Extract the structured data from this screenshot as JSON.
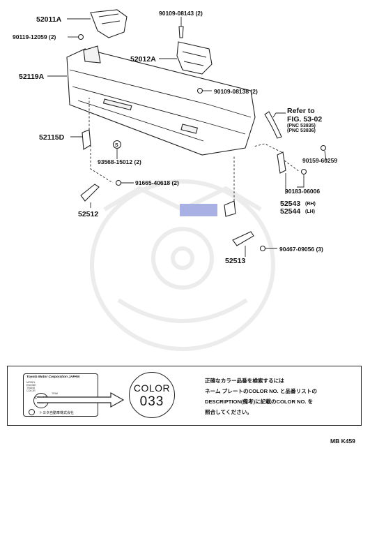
{
  "parts": {
    "p52011A": "52011A",
    "p90119": "90119-12059 (2)",
    "p90109_143": "90109-08143 (2)",
    "p52012A": "52012A",
    "p52119A": "52119A",
    "p90109_138": "90109-08138 (2)",
    "refer": "Refer to",
    "fig": "FIG. 53-02",
    "pnc1": "(PNC 53835)",
    "pnc2": "(PNC 53836)",
    "p52115D": "52115D",
    "p90159": "90159-60259",
    "p93568": "93568-15012 (2)",
    "p90183": "90183-06006",
    "p91665": "91665-40618 (2)",
    "p52543": "52543",
    "rh": "(RH)",
    "p52544": "52544",
    "lh": "(LH)",
    "p52512": "52512",
    "p52513": "52513",
    "p90467": "90467-09056 (3)"
  },
  "note": {
    "plate_title": "Toyota Motor Corporation JAPAN",
    "plate_lines": [
      "MODEL",
      "ENGINE",
      "TRANS",
      "COLOR",
      "TRIM"
    ],
    "plate_color": "COLOR",
    "plate_code": "033",
    "plate_maker": "トヨタ自動車株式会社",
    "circle_label": "COLOR",
    "circle_code": "033",
    "text": "正確なカラー品番を検索するには\nネーム プレートのCOLOR NO. と品番リストの\nDESCRIPTION(備考)に記載のCOLOR NO. を\n照合してください。"
  },
  "footer_code": "MB K459"
}
